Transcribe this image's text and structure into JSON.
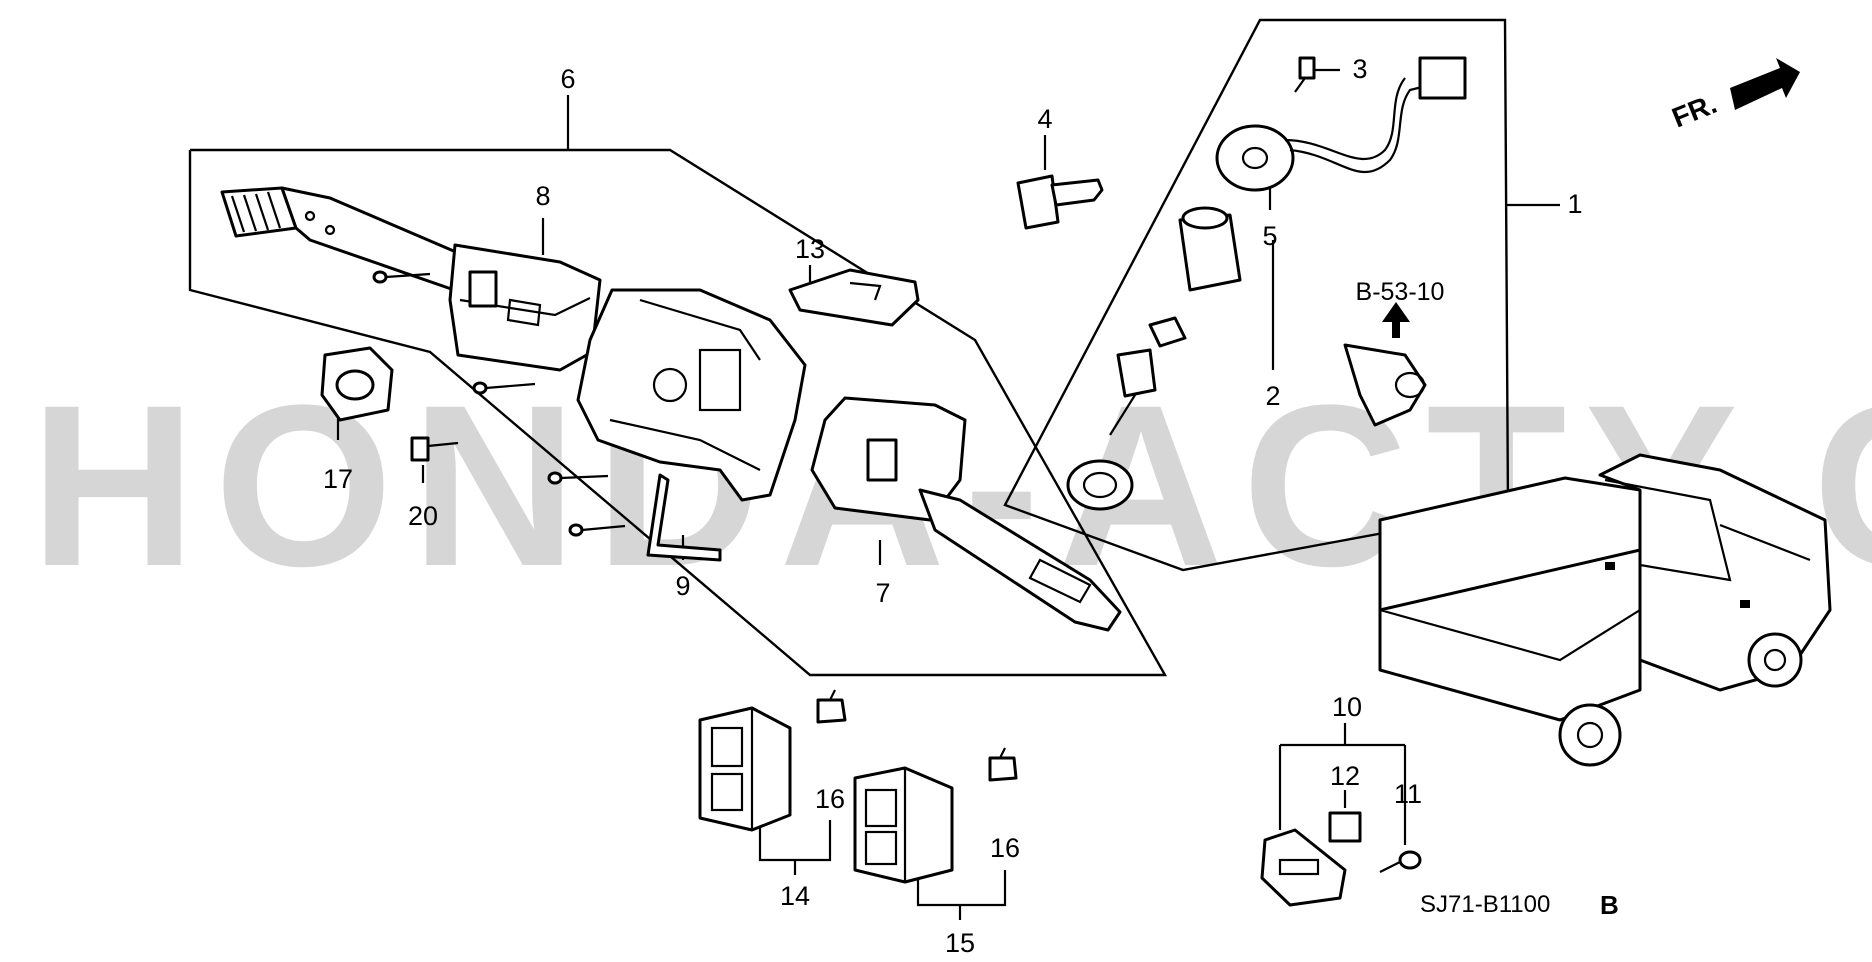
{
  "watermark": "HONDA-ACTY.COM",
  "orientation_label": "FR.",
  "reference_label": "B-53-10",
  "drawing_code": "SJ71-B1100",
  "drawing_revision": "B",
  "callouts": {
    "n1": "1",
    "n2": "2",
    "n3": "3",
    "n4": "4",
    "n5": "5",
    "n6": "6",
    "n7": "7",
    "n8": "8",
    "n9": "9",
    "n10": "10",
    "n11": "11",
    "n12": "12",
    "n13": "13",
    "n14": "14",
    "n15": "15",
    "n16a": "16",
    "n16b": "16",
    "n17": "17",
    "n20": "20"
  }
}
